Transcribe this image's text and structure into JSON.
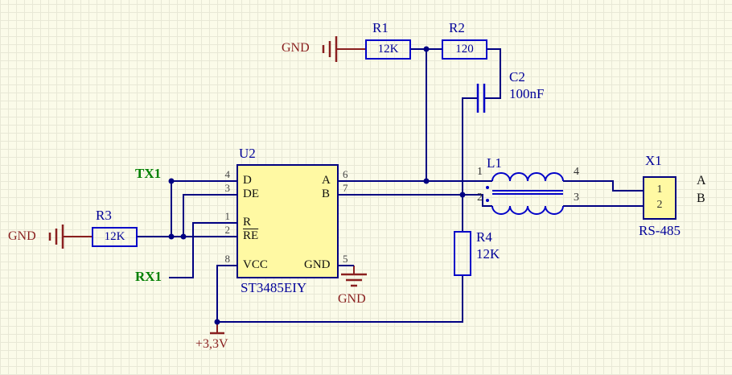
{
  "labels": {
    "gnd": "GND",
    "power_3v3": "+3,3V"
  },
  "nets": {
    "tx": "TX1",
    "rx": "RX1"
  },
  "u2": {
    "designator": "U2",
    "part": "ST3485EIY",
    "pin_names": {
      "d": "D",
      "de": "DE",
      "r": "R",
      "re": "RE",
      "vcc": "VCC",
      "gnd": "GND",
      "a": "A",
      "b": "B"
    },
    "pin_numbers": {
      "d": "4",
      "de": "3",
      "r": "1",
      "re": "2",
      "vcc": "8",
      "a": "6",
      "b": "7",
      "gnd": "5"
    }
  },
  "r1": {
    "designator": "R1",
    "value": "12K"
  },
  "r2": {
    "designator": "R2",
    "value": "120"
  },
  "r3": {
    "designator": "R3",
    "value": "12K"
  },
  "r4": {
    "designator": "R4",
    "value": "12K"
  },
  "c2": {
    "designator": "C2",
    "value": "100nF"
  },
  "l1": {
    "designator": "L1",
    "pin1": "1",
    "pin2": "2",
    "pin3": "3",
    "pin4": "4"
  },
  "x1": {
    "designator": "X1",
    "type": "RS-485",
    "pin1": "1",
    "pin2": "2",
    "sig_a": "A",
    "sig_b": "B"
  },
  "colors": {
    "wire": "#000082",
    "component_outline": "#0000C8",
    "power": "#8A1F1F",
    "net_label": "#007F00",
    "designator": "#000099",
    "chip_fill": "#FFF9A3",
    "background": "#FBFBE9"
  }
}
